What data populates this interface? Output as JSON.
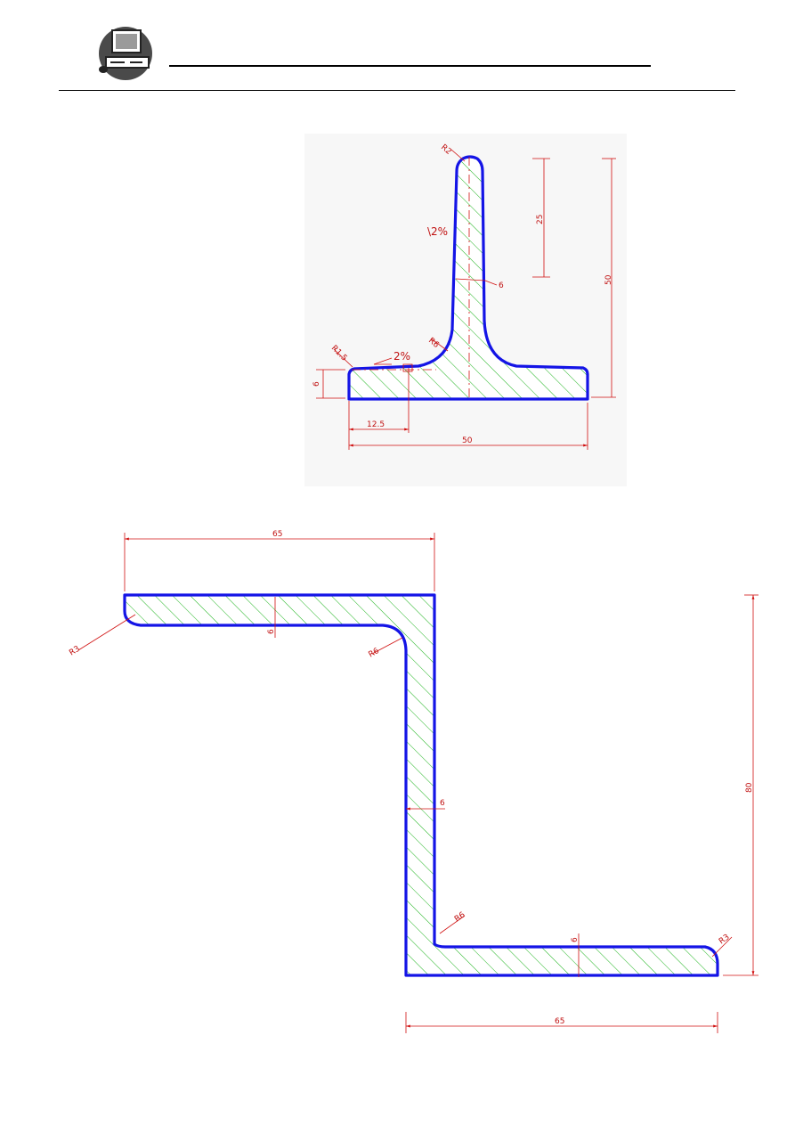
{
  "header": {
    "icon": "computer-icon"
  },
  "colors": {
    "profile_outline": "#1414e6",
    "hatch": "#1db31d",
    "dimension": "#d01010"
  },
  "tee_section": {
    "labels": {
      "radius_top": "R2",
      "slope_web": "\\2%",
      "slope_flange": "2%",
      "radius_root": "R6",
      "radius_toe": "R1.5",
      "web_thickness": "6",
      "web_upper": "25",
      "height": "50",
      "flange_thickness": "6",
      "flange_offset": "12.5",
      "width": "50"
    }
  },
  "z_section": {
    "labels": {
      "top_width": "65",
      "radius_top_toe": "R3",
      "top_thickness": "6",
      "radius_top_root": "R6",
      "web_thickness": "6",
      "height": "80",
      "radius_bottom_root": "R6",
      "bottom_thickness": "6",
      "radius_bottom_toe": "R3",
      "bottom_width": "65"
    }
  }
}
